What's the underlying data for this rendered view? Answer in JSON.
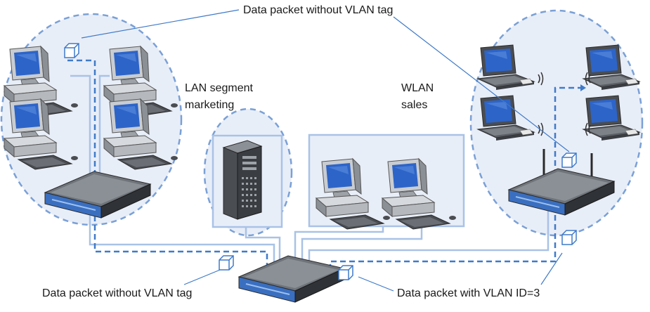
{
  "labels": {
    "packet_untagged_top": "Data packet without VLAN tag",
    "packet_untagged_bottom": "Data packet without VLAN tag",
    "packet_tagged": "Data packet with VLAN ID=3",
    "lan_segment_line1": "LAN segment",
    "lan_segment_line2": "marketing",
    "wlan_line1": "WLAN",
    "wlan_line2": "sales"
  },
  "colors": {
    "zone_fill": "#e8eef8",
    "zone_border": "#7aa0d6",
    "cable": "#a9c2e6",
    "dashed_path": "#3f7ac9",
    "callout_line": "#3f7ac9",
    "packet_icon": "#3f7ac9",
    "device_body": "#3a3d42",
    "device_top": "#6f747b",
    "device_front": "#3a6fc0",
    "screen_blue": "#2d64c8"
  },
  "icons": [
    "desktop-pc-icon",
    "laptop-icon",
    "router-icon",
    "access-point-icon",
    "server-tower-icon",
    "data-packet-icon",
    "wireless-signal-icon"
  ]
}
